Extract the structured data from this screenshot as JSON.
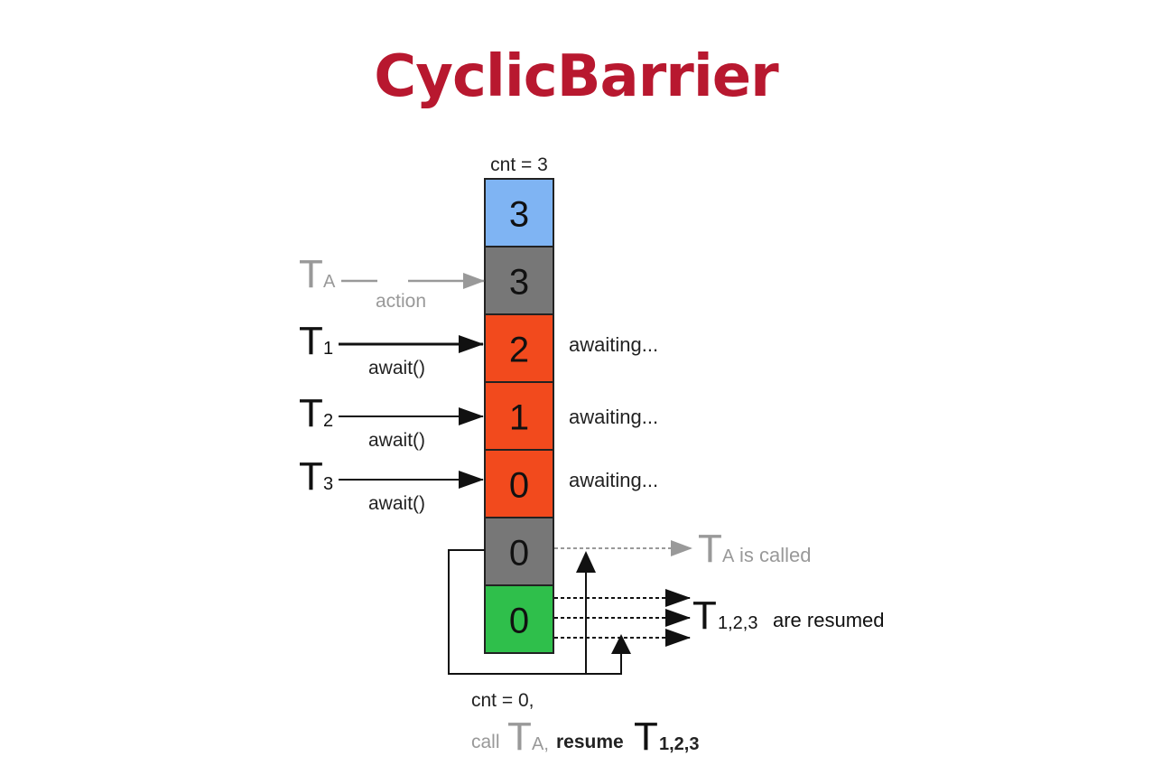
{
  "title": "CyclicBarrier",
  "counter_label": "cnt = 3",
  "colors": {
    "title": "#b8182f",
    "blue": "#7fb4f3",
    "gray": "#777777",
    "red": "#f24a1d",
    "green": "#2fbf4b",
    "faded": "#999999",
    "ink": "#111111"
  },
  "cells": [
    {
      "value": "3",
      "color": "blue"
    },
    {
      "value": "3",
      "color": "gray"
    },
    {
      "value": "2",
      "color": "red"
    },
    {
      "value": "1",
      "color": "red"
    },
    {
      "value": "0",
      "color": "red"
    },
    {
      "value": "0",
      "color": "gray"
    },
    {
      "value": "0",
      "color": "green"
    }
  ],
  "action_thread": {
    "letter": "T",
    "sub": "A",
    "label": "action"
  },
  "threads": [
    {
      "letter": "T",
      "sub": "1",
      "label": "await()",
      "status": "awaiting..."
    },
    {
      "letter": "T",
      "sub": "2",
      "label": "await()",
      "status": "awaiting..."
    },
    {
      "letter": "T",
      "sub": "3",
      "label": "await()",
      "status": "awaiting..."
    }
  ],
  "called": {
    "letter": "T",
    "sub": "A",
    "text": "is called"
  },
  "resumed": {
    "letter": "T",
    "sub": "1,2,3",
    "text": "are resumed"
  },
  "footer": {
    "line1": "cnt = 0,",
    "call": "call",
    "ta_letter": "T",
    "ta_sub": "A,",
    "resume": "resume",
    "t_letter": "T",
    "t_sub": "1,2,3"
  }
}
